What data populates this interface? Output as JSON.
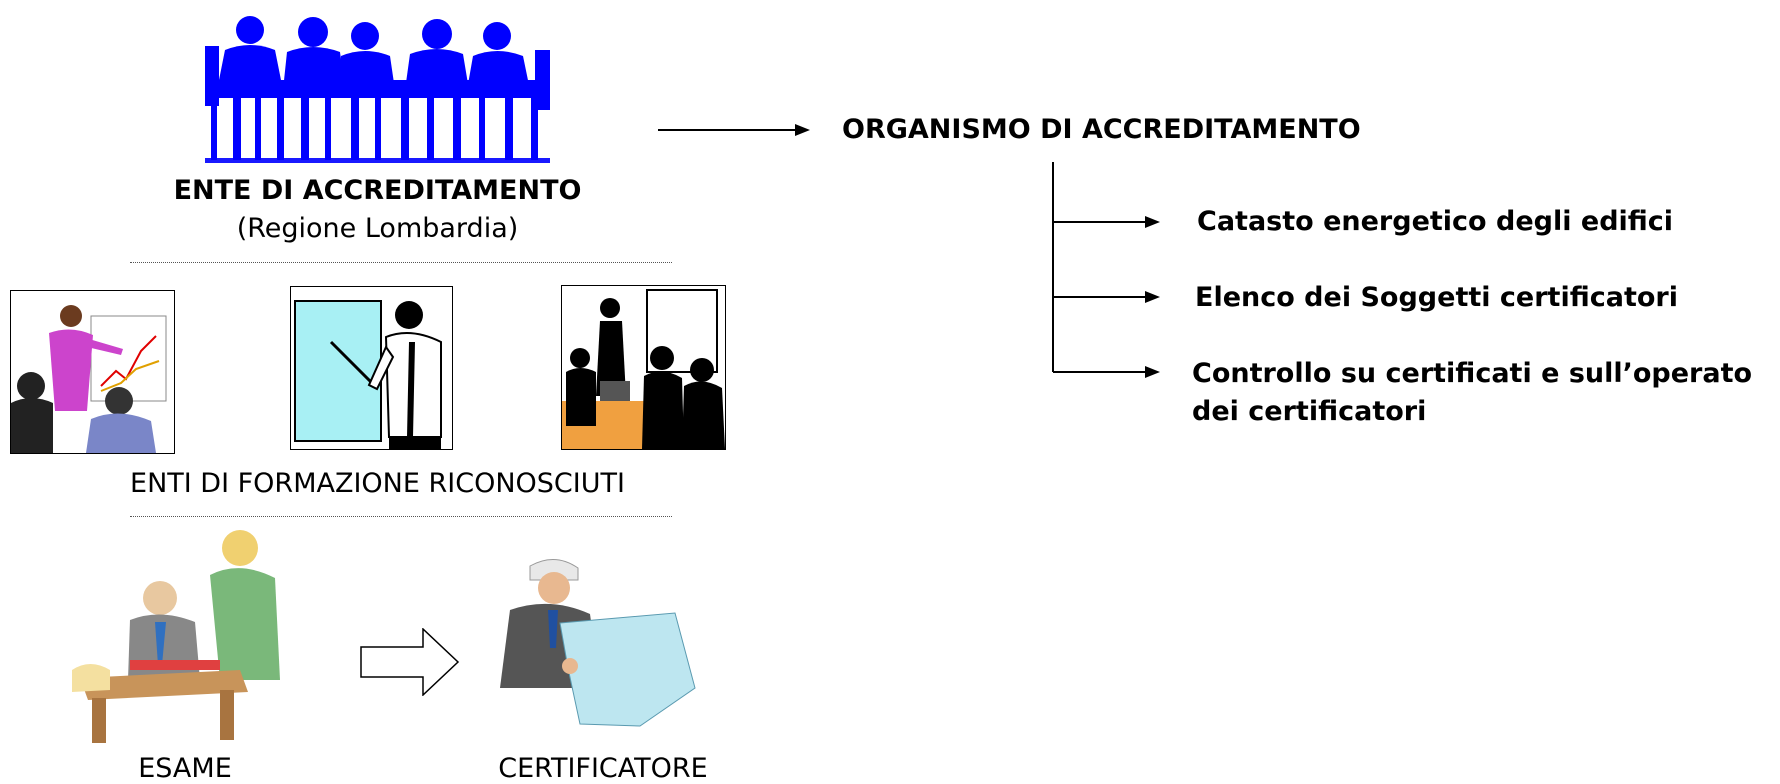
{
  "ente": {
    "title": "ENTE DI ACCREDITAMENTO",
    "subtitle": "(Regione Lombardia)",
    "icon": "meeting-silhouette-icon",
    "color": "#0000ff"
  },
  "organismo": {
    "title": "ORGANISMO DI ACCREDITAMENTO",
    "items": [
      {
        "label": "Catasto energetico degli edifici"
      },
      {
        "label": "Elenco dei Soggetti certificatori"
      },
      {
        "label": "Controllo su certificati e sull’operato",
        "label2": "dei certificatori"
      }
    ]
  },
  "formazione": {
    "label": "ENTI DI FORMAZIONE RICONOSCIUTI"
  },
  "bottom": {
    "esame_label": "ESAME",
    "certificatore_label": "CERTIFICATORE"
  }
}
